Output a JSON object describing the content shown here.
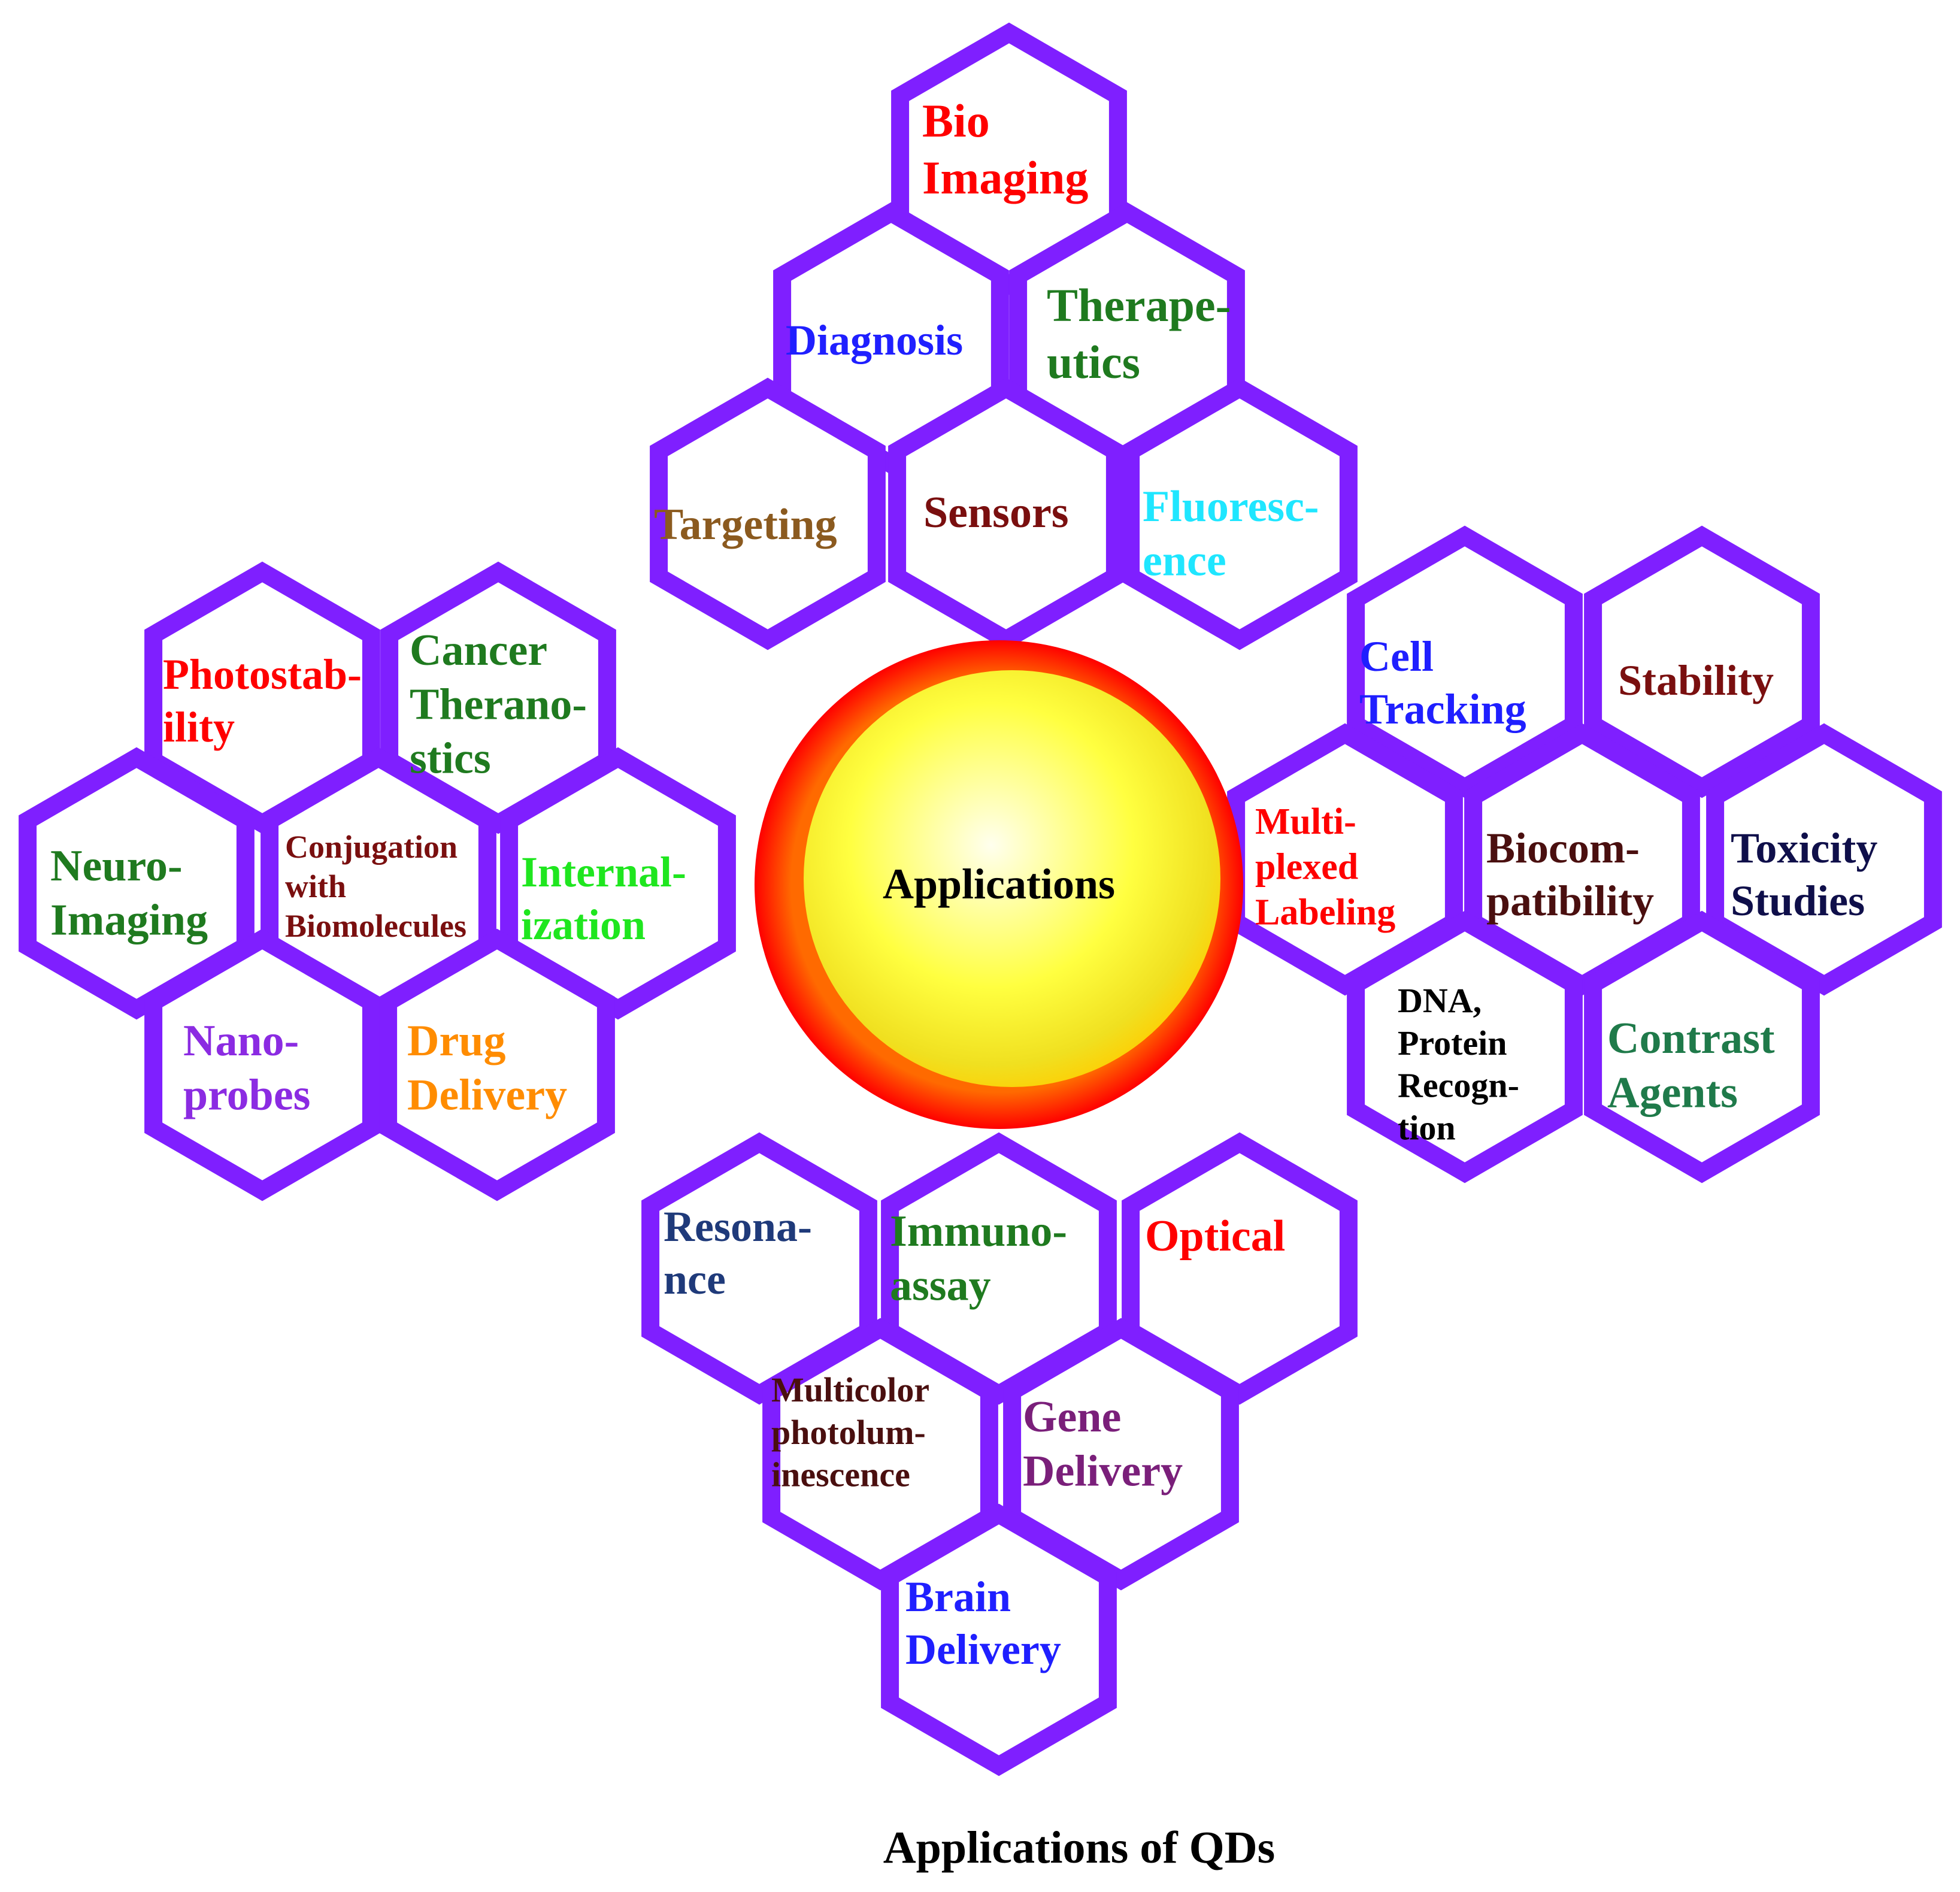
{
  "center": {
    "label": "Applications"
  },
  "caption": "Applications of QDs",
  "colors": {
    "hex_stroke": "#7f1fff",
    "hub_outer": "#ff0000",
    "hub_inner": "#ffff33"
  },
  "groups": {
    "top": [
      {
        "lines": [
          "Bio",
          "Imaging"
        ],
        "color": "#ff0000"
      },
      {
        "lines": [
          "Diagnosis"
        ],
        "color": "#1f1fff"
      },
      {
        "lines": [
          "Therape-",
          "utics"
        ],
        "color": "#1f7a1f"
      },
      {
        "lines": [
          "Targeting"
        ],
        "color": "#8b5a1f"
      },
      {
        "lines": [
          "Sensors"
        ],
        "color": "#7a0f0f"
      },
      {
        "lines": [
          "Fluoresc-",
          "ence"
        ],
        "color": "#1fe6ff"
      }
    ],
    "left": [
      {
        "lines": [
          "Photostab-",
          "ility"
        ],
        "color": "#ff0000"
      },
      {
        "lines": [
          "Cancer",
          "Therano-",
          "stics"
        ],
        "color": "#1f7a1f"
      },
      {
        "lines": [
          "Neuro-",
          "Imaging"
        ],
        "color": "#1f7a1f"
      },
      {
        "lines": [
          "Conjugation",
          "with",
          "Biomolecules"
        ],
        "color": "#7a0f0f"
      },
      {
        "lines": [
          "Internal-",
          "ization"
        ],
        "color": "#1fe61f"
      },
      {
        "lines": [
          "Nano-",
          "probes"
        ],
        "color": "#8b2be2"
      },
      {
        "lines": [
          "Drug",
          "Delivery"
        ],
        "color": "#ff8c00"
      }
    ],
    "right": [
      {
        "lines": [
          "Cell",
          "Tracking"
        ],
        "color": "#1f1fff"
      },
      {
        "lines": [
          "Stability"
        ],
        "color": "#7a0f0f"
      },
      {
        "lines": [
          "Multi-",
          "plexed",
          "Labeling"
        ],
        "color": "#ff0000"
      },
      {
        "lines": [
          "Biocom-",
          "patibility"
        ],
        "color": "#4a0f0f"
      },
      {
        "lines": [
          "Toxicity",
          "Studies"
        ],
        "color": "#0f0f4a"
      },
      {
        "lines": [
          "DNA,",
          "Protein",
          "Recogn-",
          "tion"
        ],
        "color": "#000000"
      },
      {
        "lines": [
          "Contrast",
          "Agents"
        ],
        "color": "#1f7a4a"
      }
    ],
    "bottom": [
      {
        "lines": [
          "Resona-",
          "nce"
        ],
        "color": "#1f3a7a"
      },
      {
        "lines": [
          "Immuno-",
          "assay"
        ],
        "color": "#1f7a1f"
      },
      {
        "lines": [
          "Optical"
        ],
        "color": "#ff0000"
      },
      {
        "lines": [
          "Multicolor",
          "photolum-",
          "inescence"
        ],
        "color": "#4a0f0f"
      },
      {
        "lines": [
          "Gene",
          "Delivery"
        ],
        "color": "#7a1f7a"
      },
      {
        "lines": [
          "Brain",
          "Delivery"
        ],
        "color": "#1f1fff"
      }
    ]
  }
}
